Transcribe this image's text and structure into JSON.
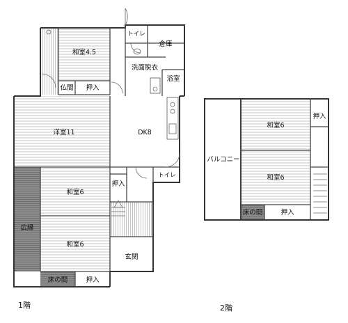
{
  "floors": [
    {
      "label": "1階",
      "rooms": {
        "washitsu_45": "和室4.5",
        "soko": "倉庫",
        "toilet_top": "トイレ",
        "senmen": "洗面脱衣",
        "yokushitsu": "浴室",
        "butsuma": "仏間",
        "oshiire_top": "押入",
        "yoshitsu": "洋室11",
        "dk": "DK8",
        "washitsu_6a": "和室6",
        "oshiire_mid": "押入",
        "toilet_mid": "トイレ",
        "washitsu_6b": "和室6",
        "hiroen": "広縁",
        "genkan": "玄関",
        "tokonoma": "床の間",
        "oshiire_bot": "押入"
      }
    },
    {
      "label": "2階",
      "rooms": {
        "washitsu_6a": "和室6",
        "oshiire_a": "押入",
        "balcony": "バルコニー",
        "washitsu_6b": "和室6",
        "tokonoma": "床の間",
        "oshiire_b": "押入"
      }
    }
  ],
  "colors": {
    "wall": "#333333",
    "line": "#555555",
    "hatch": "#777777",
    "tatami": "#cccccc",
    "dark_fill": "#8a8a8a",
    "corridor": "#e0e0e0"
  }
}
